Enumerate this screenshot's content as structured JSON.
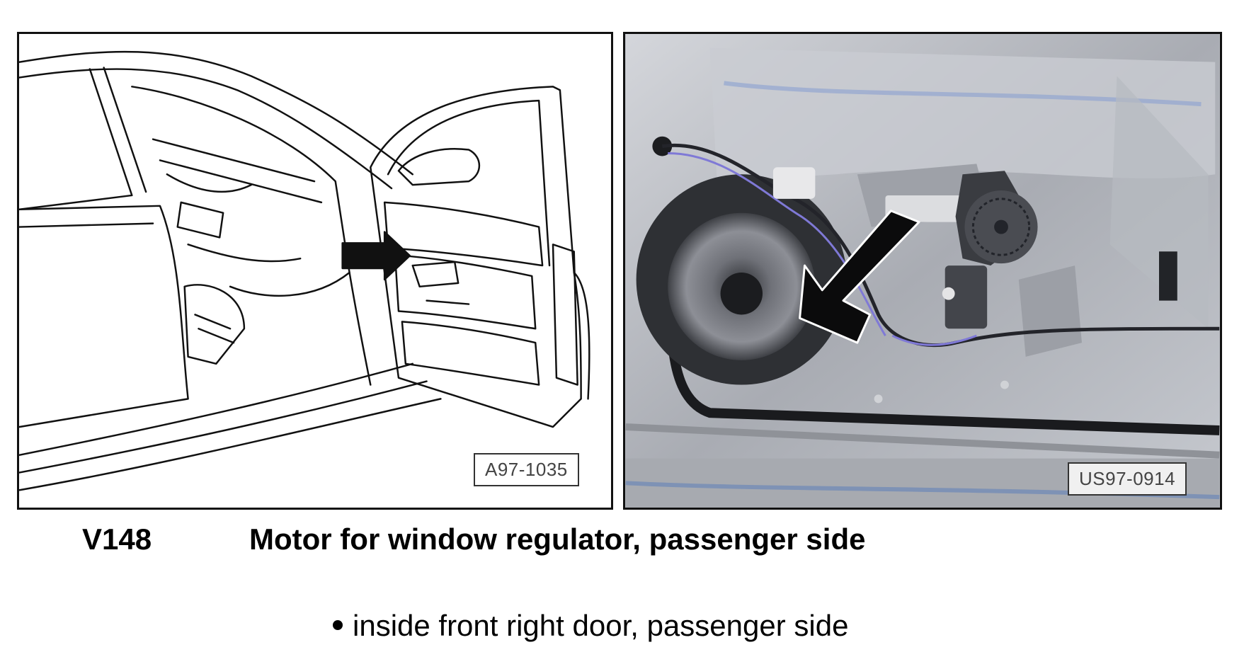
{
  "figures": {
    "left": {
      "label": "A97-1035"
    },
    "right": {
      "label": "US97-0914"
    }
  },
  "caption": {
    "code": "V148",
    "title": "Motor for window regulator, passenger side"
  },
  "bullets": [
    {
      "text": "inside front right door, passenger side"
    }
  ]
}
